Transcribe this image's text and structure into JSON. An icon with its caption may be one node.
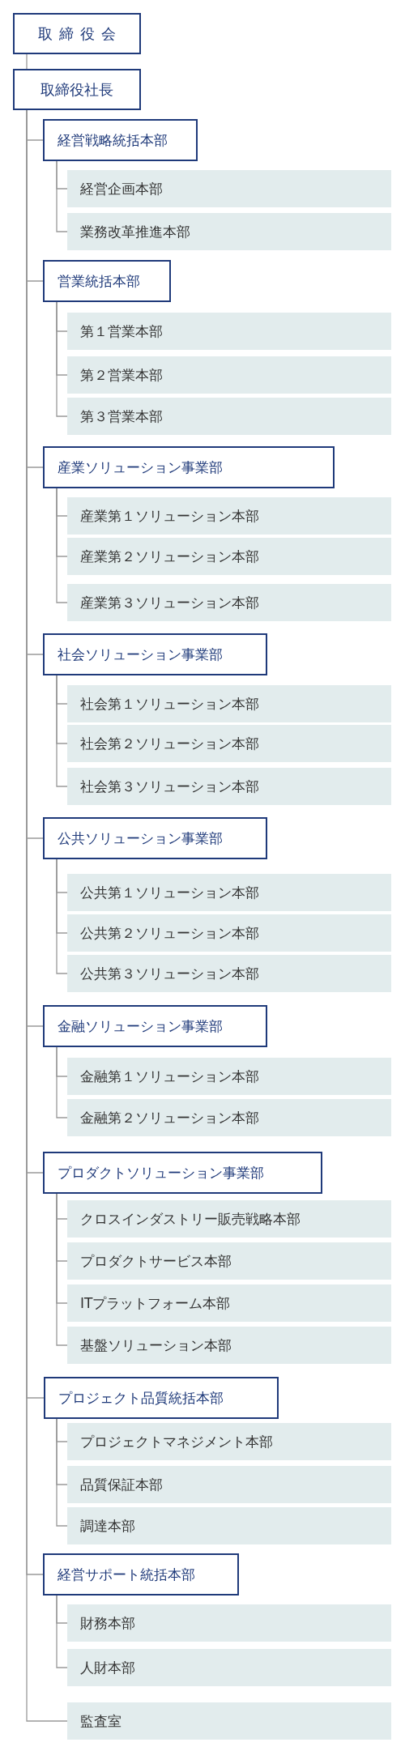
{
  "diagram": {
    "nodes": [
      {
        "text": [
          "取締役会"
        ]
      },
      {
        "text": [
          "取締役社長"
        ]
      },
      {
        "text": [
          "経営戦略統括本部"
        ]
      },
      {
        "text": [
          "経営企画本部"
        ]
      },
      {
        "text": [
          "業務改革推進本部"
        ]
      },
      {
        "text": [
          "営業統括本部"
        ]
      },
      {
        "text": [
          "第１営業本部"
        ]
      },
      {
        "text": [
          "第２営業本部"
        ]
      },
      {
        "text": [
          "第３営業本部"
        ]
      },
      {
        "text": [
          "産業ソリューション事業部"
        ]
      },
      {
        "text": [
          "産業第１ソリューション本部"
        ]
      },
      {
        "text": [
          "産業第２ソリューション本部"
        ]
      },
      {
        "text": [
          "産業第３ソリューション本部"
        ]
      },
      {
        "text": [
          "社会ソリューション事業部"
        ]
      },
      {
        "text": [
          "社会第１ソリューション本部"
        ]
      },
      {
        "text": [
          "社会第２ソリューション本部"
        ]
      },
      {
        "text": [
          "社会第３ソリューション本部"
        ]
      },
      {
        "text": [
          "公共ソリューション事業部"
        ]
      },
      {
        "text": [
          "公共第１ソリューション本部"
        ]
      },
      {
        "text": [
          "公共第２ソリューション本部"
        ]
      },
      {
        "text": [
          "公共第３ソリューション本部"
        ]
      },
      {
        "text": [
          "金融ソリューション事業部"
        ]
      },
      {
        "text": [
          "金融第１ソリューション本部"
        ]
      },
      {
        "text": [
          "金融第２ソリューション本部"
        ]
      },
      {
        "text": [
          "プロダクトソリューション事業部"
        ]
      },
      {
        "text": [
          "クロスインダストリー販売戦略本部"
        ]
      },
      {
        "text": [
          "プロダクトサービス本部"
        ]
      },
      {
        "text": [
          "ITプラットフォーム本部"
        ]
      },
      {
        "text": [
          "基盤ソリューション本部"
        ]
      },
      {
        "text": [
          "プロジェクト品質統括本部"
        ]
      },
      {
        "text": [
          "プロジェクトマネジメント本部"
        ]
      },
      {
        "text": [
          "品質保証本部"
        ]
      },
      {
        "text": [
          "調達本部"
        ]
      },
      {
        "text": [
          "経営サポート統括本部"
        ]
      },
      {
        "text": [
          "財務本部"
        ]
      },
      {
        "text": [
          "人財本部"
        ]
      },
      {
        "text": [
          "監査室"
        ]
      }
    ],
    "edges": [
      {
        "from": 0,
        "to": 1,
        "arrow": "none"
      },
      {
        "from": 1,
        "to": 2,
        "arrow": "none"
      },
      {
        "from": 2,
        "to": 3,
        "arrow": "none"
      },
      {
        "from": 2,
        "to": 4,
        "arrow": "none"
      },
      {
        "from": 1,
        "to": 5,
        "arrow": "none"
      },
      {
        "from": 5,
        "to": 6,
        "arrow": "none"
      },
      {
        "from": 5,
        "to": 7,
        "arrow": "none"
      },
      {
        "from": 5,
        "to": 8,
        "arrow": "none"
      },
      {
        "from": 1,
        "to": 9,
        "arrow": "none"
      },
      {
        "from": 9,
        "to": 10,
        "arrow": "none"
      },
      {
        "from": 9,
        "to": 11,
        "arrow": "none"
      },
      {
        "from": 9,
        "to": 12,
        "arrow": "none"
      },
      {
        "from": 1,
        "to": 13,
        "arrow": "none"
      },
      {
        "from": 13,
        "to": 14,
        "arrow": "none"
      },
      {
        "from": 13,
        "to": 15,
        "arrow": "none"
      },
      {
        "from": 13,
        "to": 16,
        "arrow": "none"
      },
      {
        "from": 1,
        "to": 17,
        "arrow": "none"
      },
      {
        "from": 17,
        "to": 18,
        "arrow": "none"
      },
      {
        "from": 17,
        "to": 19,
        "arrow": "none"
      },
      {
        "from": 17,
        "to": 20,
        "arrow": "none"
      },
      {
        "from": 1,
        "to": 21,
        "arrow": "none"
      },
      {
        "from": 21,
        "to": 22,
        "arrow": "none"
      },
      {
        "from": 21,
        "to": 23,
        "arrow": "none"
      },
      {
        "from": 1,
        "to": 24,
        "arrow": "none"
      },
      {
        "from": 24,
        "to": 25,
        "arrow": "none"
      },
      {
        "from": 24,
        "to": 26,
        "arrow": "none"
      },
      {
        "from": 24,
        "to": 27,
        "arrow": "none"
      },
      {
        "from": 24,
        "to": 28,
        "arrow": "none"
      },
      {
        "from": 1,
        "to": 29,
        "arrow": "none"
      },
      {
        "from": 29,
        "to": 30,
        "arrow": "none"
      },
      {
        "from": 29,
        "to": 31,
        "arrow": "none"
      },
      {
        "from": 29,
        "to": 32,
        "arrow": "none"
      },
      {
        "from": 1,
        "to": 33,
        "arrow": "none"
      },
      {
        "from": 33,
        "to": 34,
        "arrow": "none"
      },
      {
        "from": 33,
        "to": 35,
        "arrow": "none"
      },
      {
        "from": 1,
        "to": 36,
        "arrow": "none"
      }
    ]
  }
}
